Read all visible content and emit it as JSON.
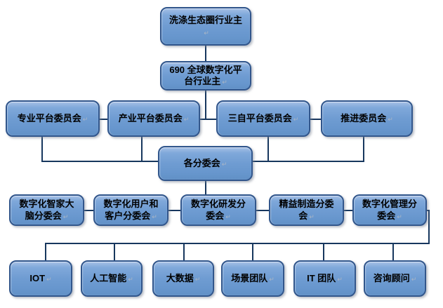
{
  "diagram_type": "org-chart",
  "marks": {
    "newline": "↵"
  },
  "colors": {
    "background": "#ffffff",
    "node_fill": "#6f9cd2",
    "node_border": "#31568c",
    "connector": "#17375e",
    "text": "#000000"
  },
  "nodes": {
    "root": "洗涤生态圈行业主",
    "platform_owner": "690 全球数字化平台行业主",
    "committee_professional": "专业平台委员会",
    "committee_industry": "产业平台委员会",
    "committee_sanzi": "三自平台委员会",
    "committee_promotion": "推进委员会",
    "subcommittees_hub": "各分委会",
    "sub_smart_home_brain": "数字化智家大脑分委会",
    "sub_users_customers": "数字化用户和客户分委会",
    "sub_rnd": "数字化研发分委会",
    "sub_lean_manufacturing": "精益制造分委会",
    "sub_management": "数字化管理分委会",
    "team_iot": "IOT",
    "team_ai": "人工智能",
    "team_big_data": "大数据",
    "team_scenario": "场景团队",
    "team_it": "IT 团队",
    "team_consultant": "咨询顾问"
  },
  "edges": [
    [
      "root",
      "platform_owner"
    ],
    [
      "platform_owner",
      "committee_professional"
    ],
    [
      "platform_owner",
      "committee_industry"
    ],
    [
      "platform_owner",
      "committee_sanzi"
    ],
    [
      "platform_owner",
      "committee_promotion"
    ],
    [
      "committee_professional",
      "subcommittees_hub"
    ],
    [
      "committee_industry",
      "subcommittees_hub"
    ],
    [
      "committee_sanzi",
      "subcommittees_hub"
    ],
    [
      "committee_promotion",
      "subcommittees_hub"
    ],
    [
      "subcommittees_hub",
      "sub_smart_home_brain"
    ],
    [
      "subcommittees_hub",
      "sub_users_customers"
    ],
    [
      "subcommittees_hub",
      "sub_rnd"
    ],
    [
      "subcommittees_hub",
      "sub_lean_manufacturing"
    ],
    [
      "subcommittees_hub",
      "sub_management"
    ],
    [
      "sub_management",
      "team_iot"
    ],
    [
      "sub_management",
      "team_ai"
    ],
    [
      "sub_management",
      "team_big_data"
    ],
    [
      "sub_management",
      "team_scenario"
    ],
    [
      "sub_management",
      "team_it"
    ],
    [
      "sub_management",
      "team_consultant"
    ]
  ]
}
